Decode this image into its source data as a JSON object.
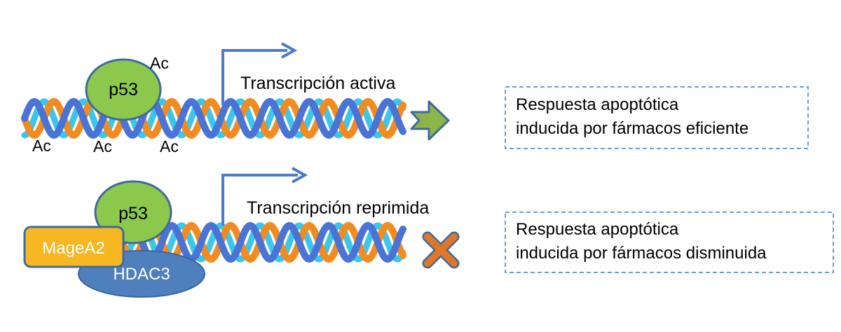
{
  "colors": {
    "strand_orange": "#f48b1f",
    "strand_blue": "#4a73d8",
    "strand_cyan": "#3cc6ec",
    "protein_green": "#8cc84b",
    "protein_green_stroke": "#3f6b99",
    "mage_fill": "#f6b722",
    "hdac_fill": "#4f7fbd",
    "arrow_blue": "#4a7cc7",
    "result_arrow_fill": "#8cb44a",
    "cross_orange": "#e0762a",
    "box_border": "#3b7fbf"
  },
  "top": {
    "protein": "p53",
    "acetyl_marks": [
      "Ac",
      "Ac",
      "Ac",
      "Ac"
    ],
    "transcription_label": "Transcripción activa",
    "outcome_icon": "green-arrow-icon",
    "result_lines": [
      "Respuesta apoptótica",
      "inducida por fármacos eficiente"
    ]
  },
  "bottom": {
    "protein": "p53",
    "mage_label": "MageA2",
    "hdac_label": "HDAC3",
    "transcription_label": "Transcripción reprimida",
    "outcome_icon": "orange-x-icon",
    "result_lines": [
      "Respuesta apoptótica",
      "inducida por fármacos disminuida"
    ]
  }
}
